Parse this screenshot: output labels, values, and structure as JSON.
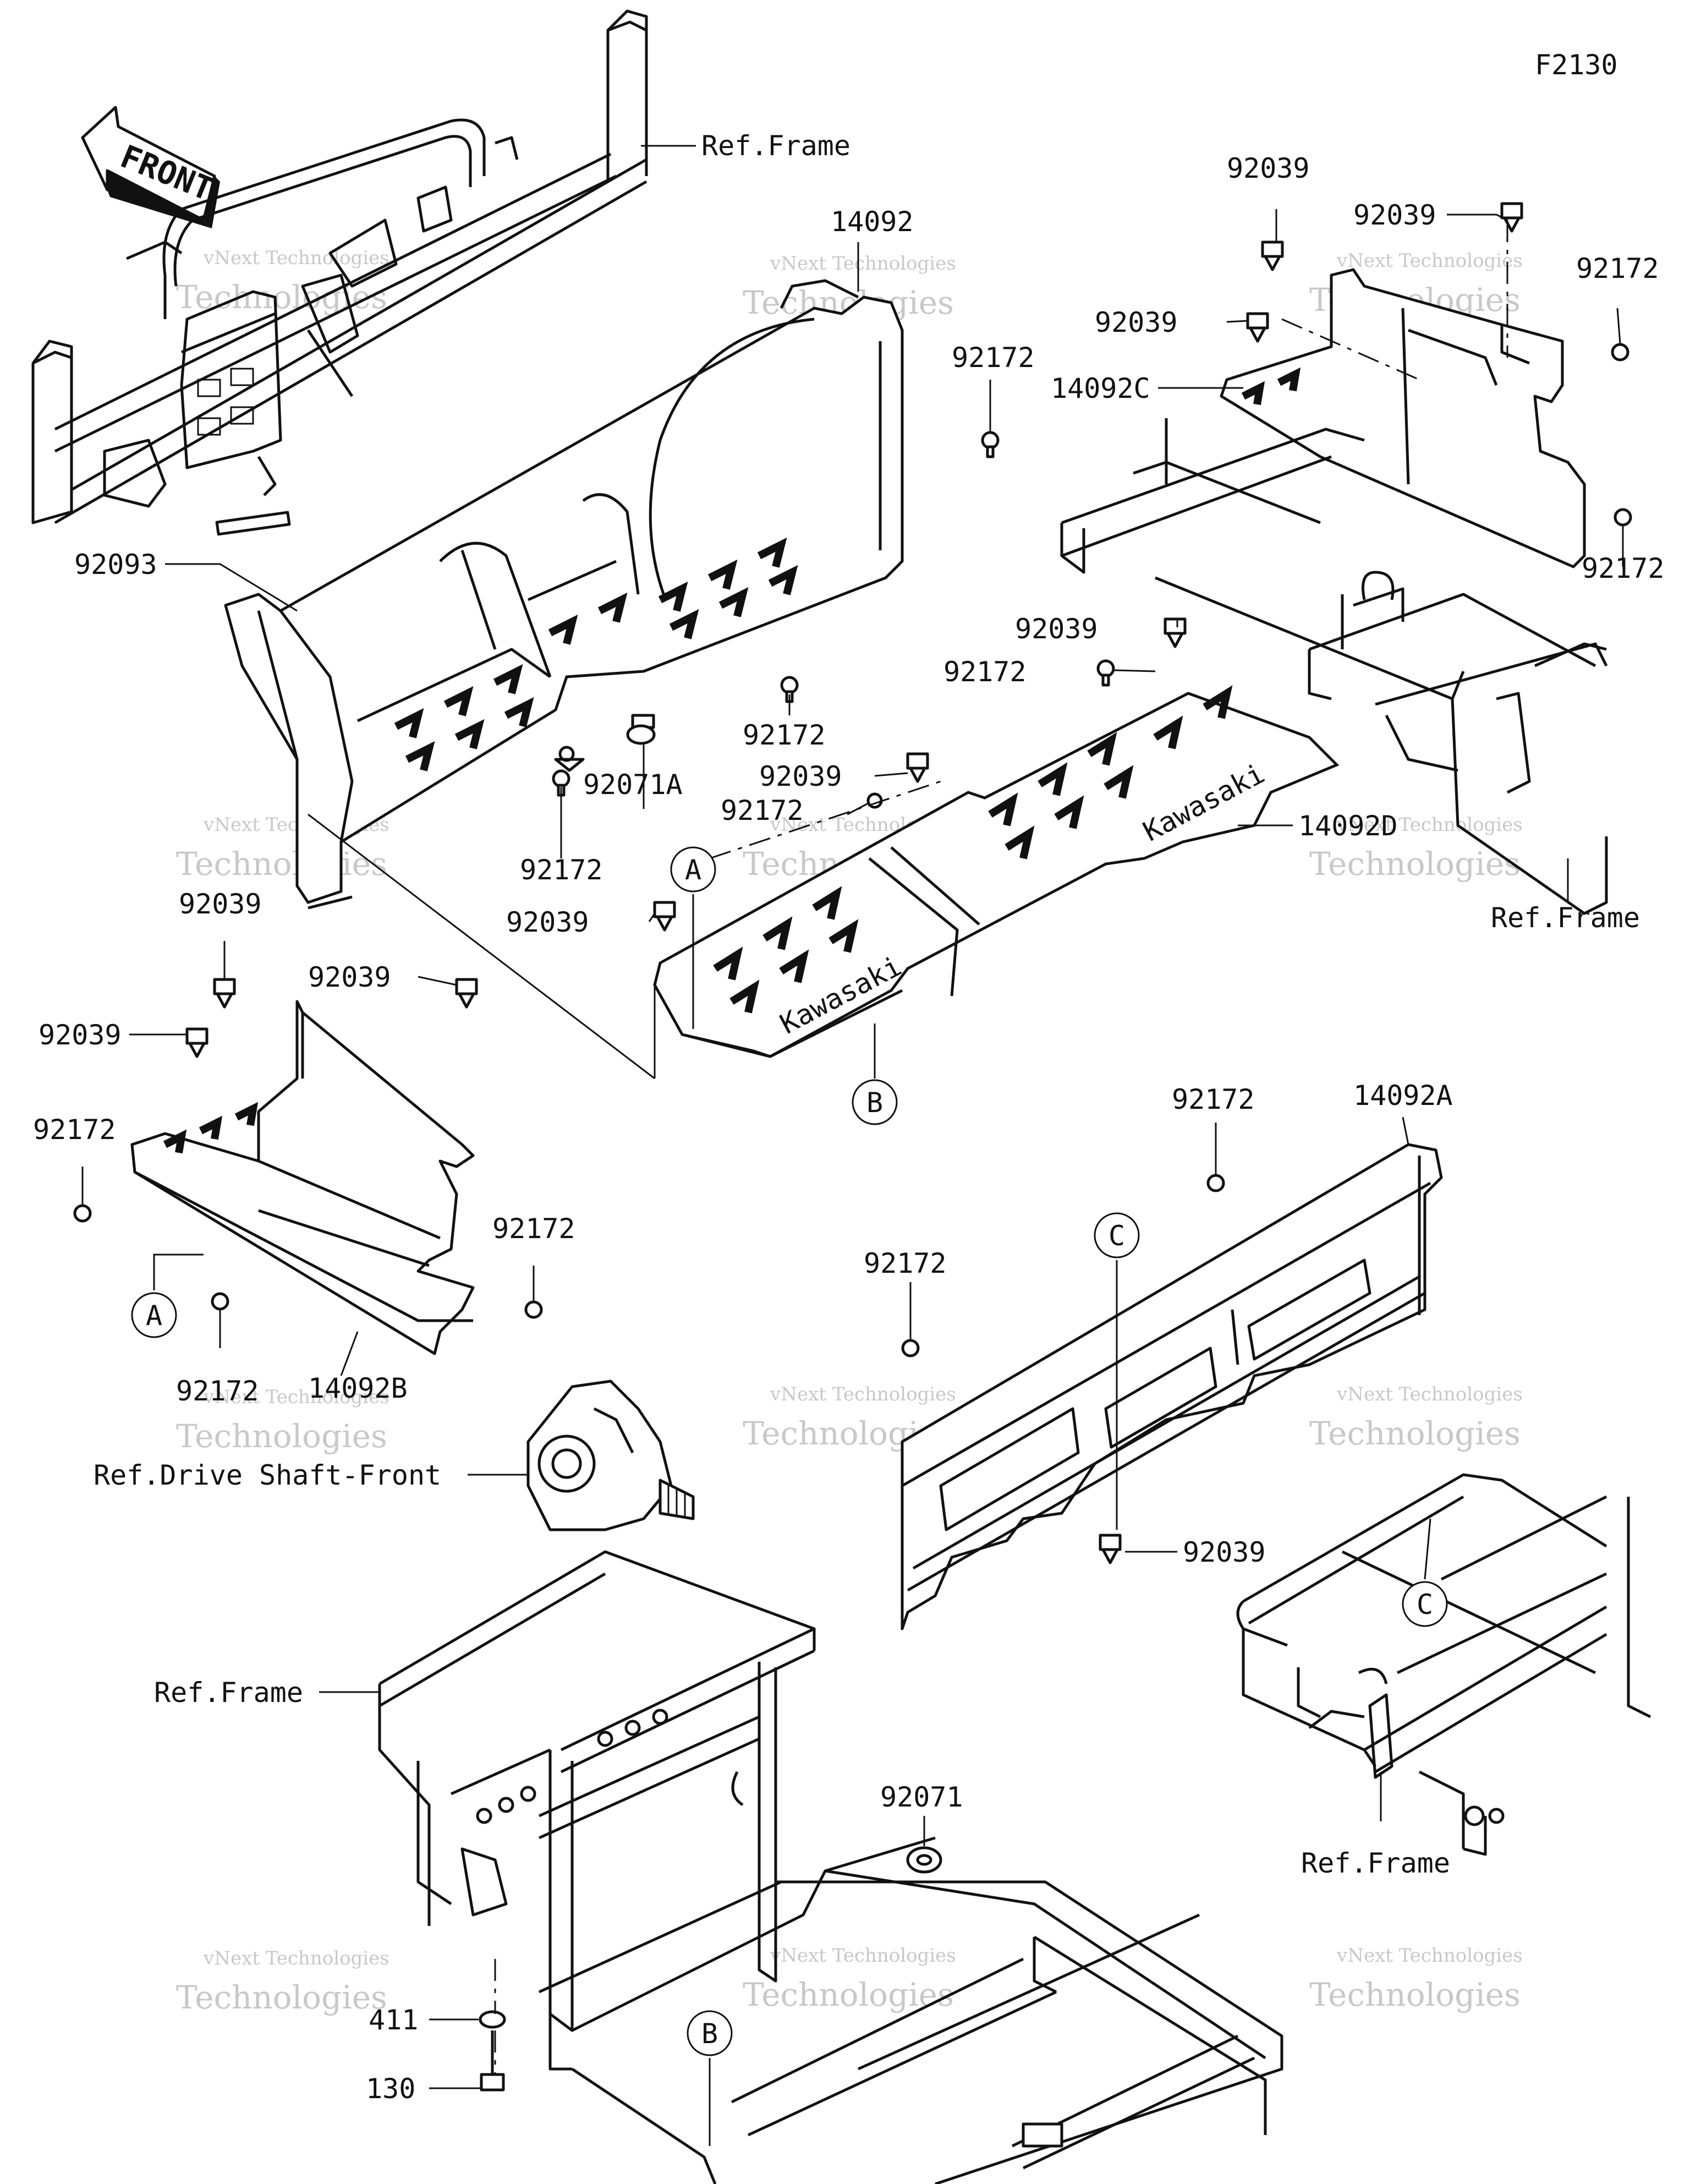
{
  "diagram_code": "F2130",
  "front_arrow": {
    "text": "FRONT"
  },
  "brand_logo": "Kawasaki",
  "watermark": {
    "line1": "vNext Technologies",
    "line2": "Technologies"
  },
  "labels": {
    "ref_frame_1": "Ref.Frame",
    "p14092": "14092",
    "p92172_a": "92172",
    "p92093": "92093",
    "p92172_b": "92172",
    "p92071a": "92071A",
    "p92172_c": "92172",
    "p92039_r1": "92039",
    "p92039_r2": "92039",
    "p92172_r1": "92172",
    "p92039_r3": "92039",
    "p14092c": "14092C",
    "p92172_r2": "92172",
    "p92039_m1": "92039",
    "p92172_m1": "92172",
    "p92039_m2": "92039",
    "p92172_m2": "92172",
    "p14092d": "14092D",
    "p92039_m3": "92039",
    "ref_frame_2": "Ref.Frame",
    "p92039_l1": "92039",
    "p92039_l2": "92039",
    "p92039_l3": "92039",
    "p92172_l1": "92172",
    "p92172_l2": "92172",
    "p92172_l3": "92172",
    "p14092b": "14092B",
    "p14092a": "14092A",
    "p92172_bp1": "92172",
    "p92172_bp2": "92172",
    "p92039_bp": "92039",
    "ref_drive_shaft": "Ref.Drive Shaft-Front",
    "ref_frame_3": "Ref.Frame",
    "p92071": "92071",
    "ref_frame_4": "Ref.Frame",
    "p411": "411",
    "p130": "130"
  },
  "callouts": {
    "a1": "A",
    "a2": "A",
    "b1": "B",
    "b2": "B",
    "c1": "C",
    "c2": "C"
  }
}
